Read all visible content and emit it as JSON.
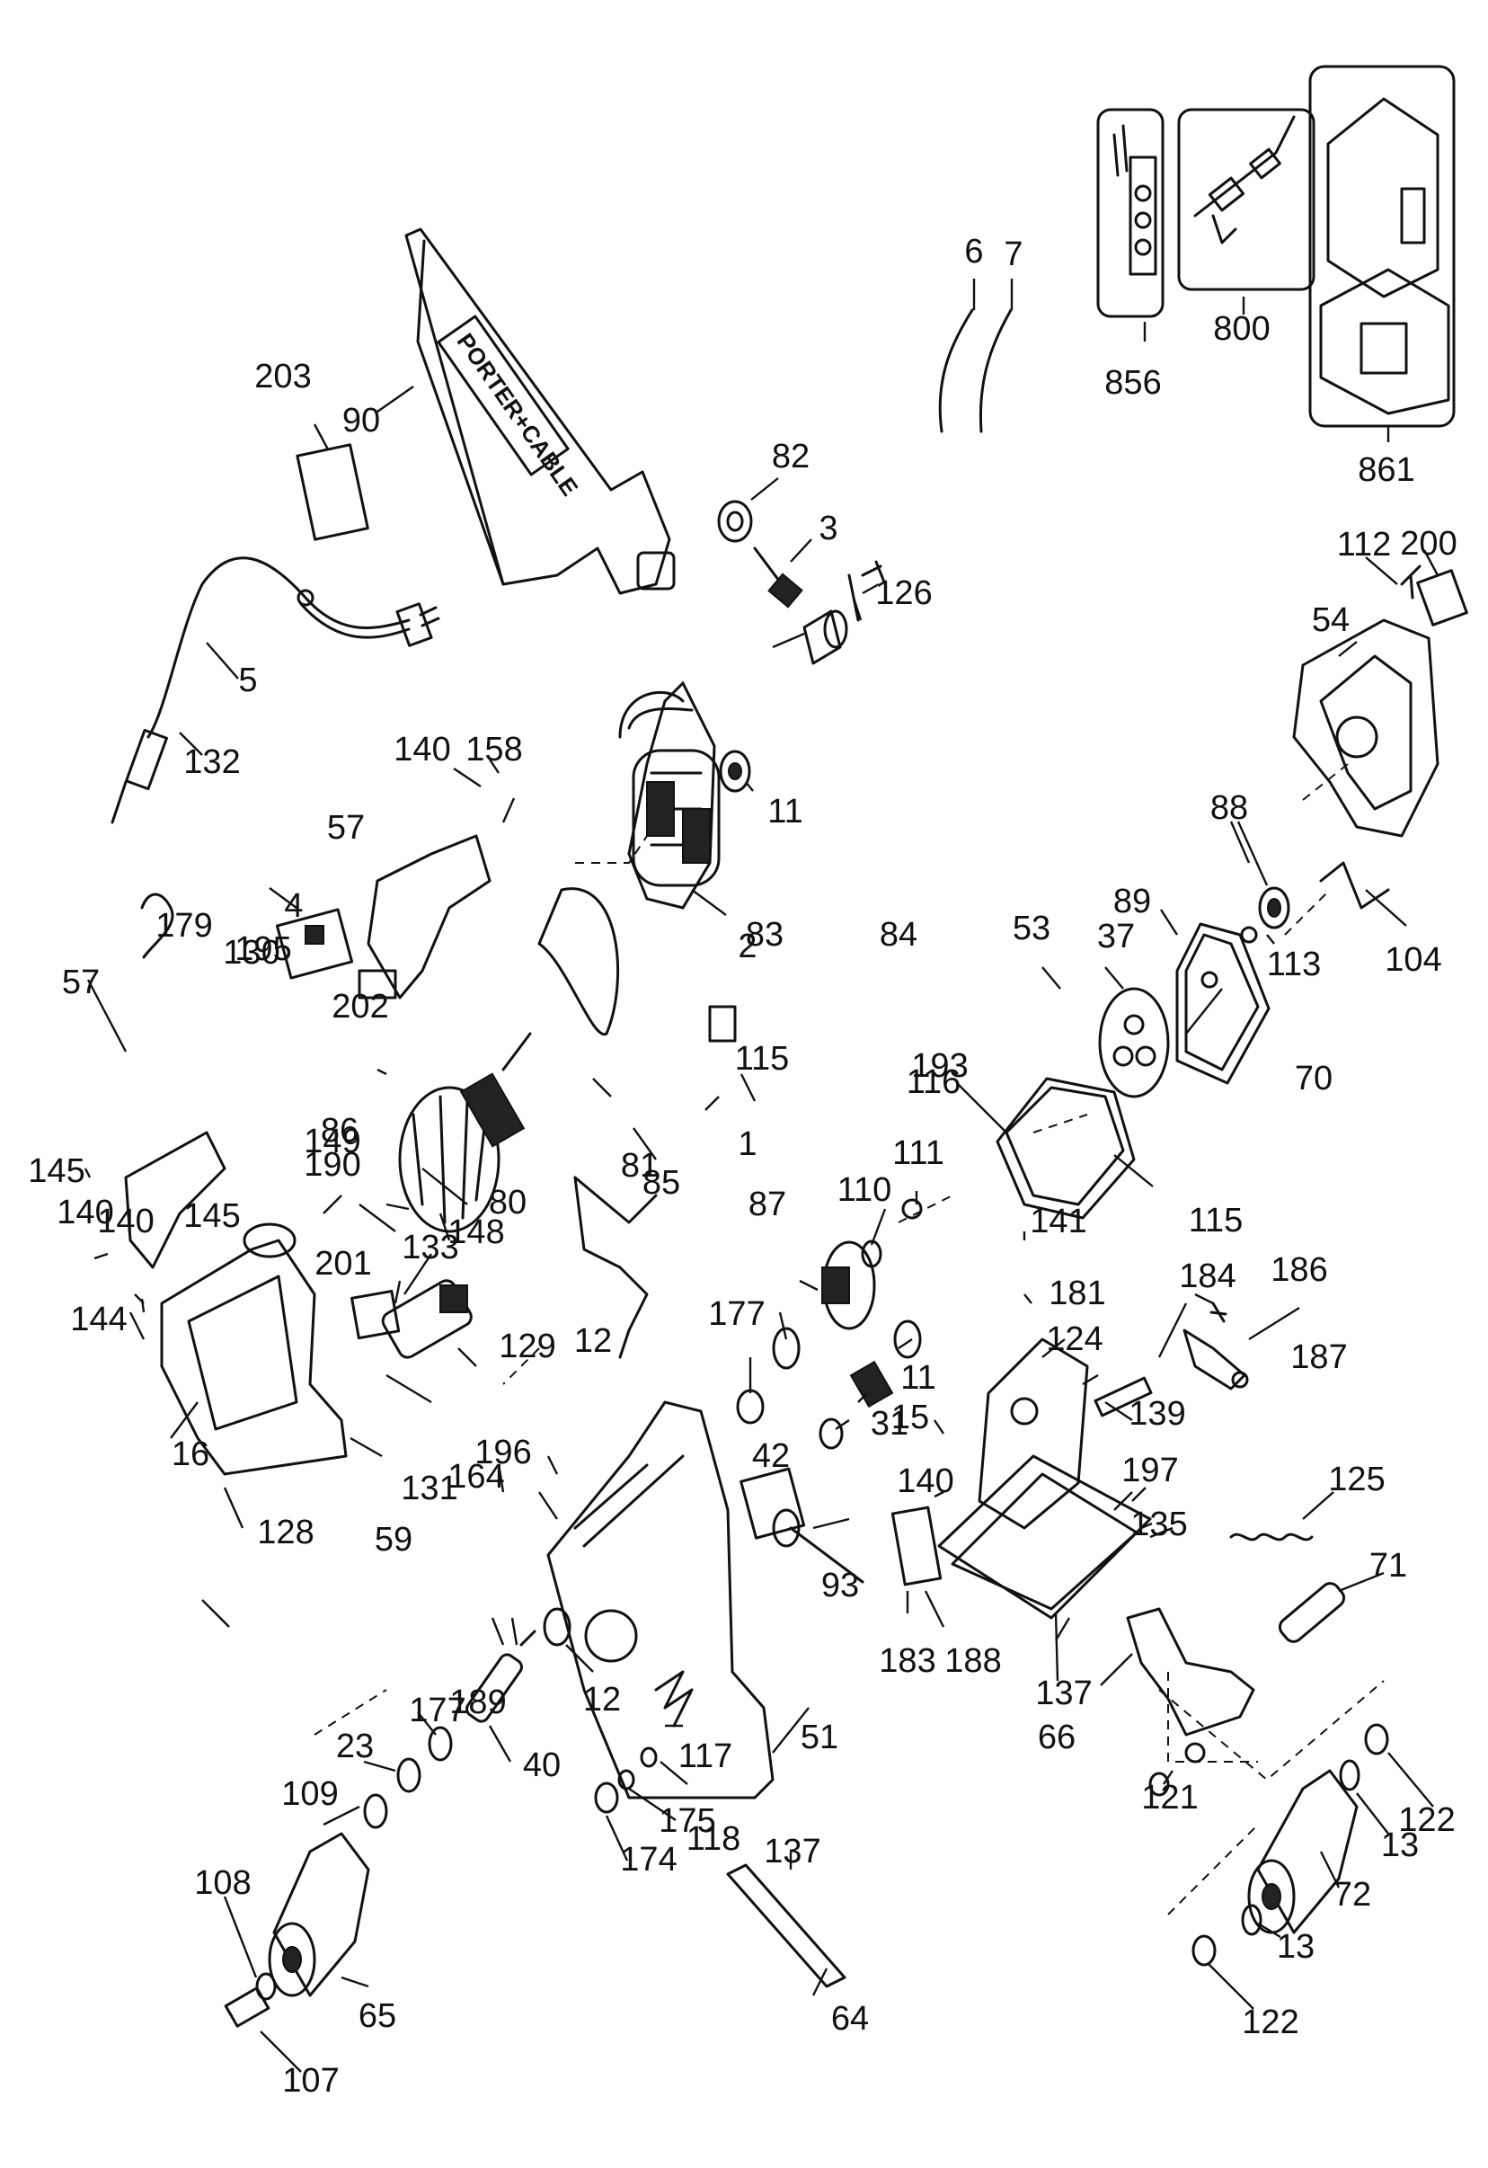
{
  "diagram": {
    "brand_text": "PORTER+CABLE",
    "labels": [
      "1",
      "2",
      "3",
      "4",
      "5",
      "6",
      "7",
      "11",
      "11",
      "12",
      "12",
      "13",
      "13",
      "15",
      "16",
      "23",
      "31",
      "37",
      "40",
      "42",
      "51",
      "53",
      "54",
      "57",
      "57",
      "59",
      "64",
      "65",
      "66",
      "70",
      "71",
      "72",
      "80",
      "81",
      "82",
      "83",
      "84",
      "85",
      "86",
      "87",
      "88",
      "89",
      "90",
      "93",
      "104",
      "107",
      "108",
      "109",
      "110",
      "111",
      "112",
      "113",
      "115",
      "115",
      "116",
      "117",
      "118",
      "121",
      "122",
      "122",
      "124",
      "125",
      "126",
      "128",
      "129",
      "130",
      "131",
      "132",
      "133",
      "135",
      "137",
      "137",
      "139",
      "140",
      "140",
      "140",
      "140",
      "141",
      "144",
      "145",
      "145",
      "148",
      "149",
      "158",
      "164",
      "174",
      "175",
      "177",
      "177",
      "179",
      "181",
      "183",
      "184",
      "186",
      "187",
      "188",
      "189",
      "190",
      "193",
      "195",
      "196",
      "197",
      "200",
      "201",
      "202",
      "203",
      "800",
      "856",
      "861"
    ]
  }
}
